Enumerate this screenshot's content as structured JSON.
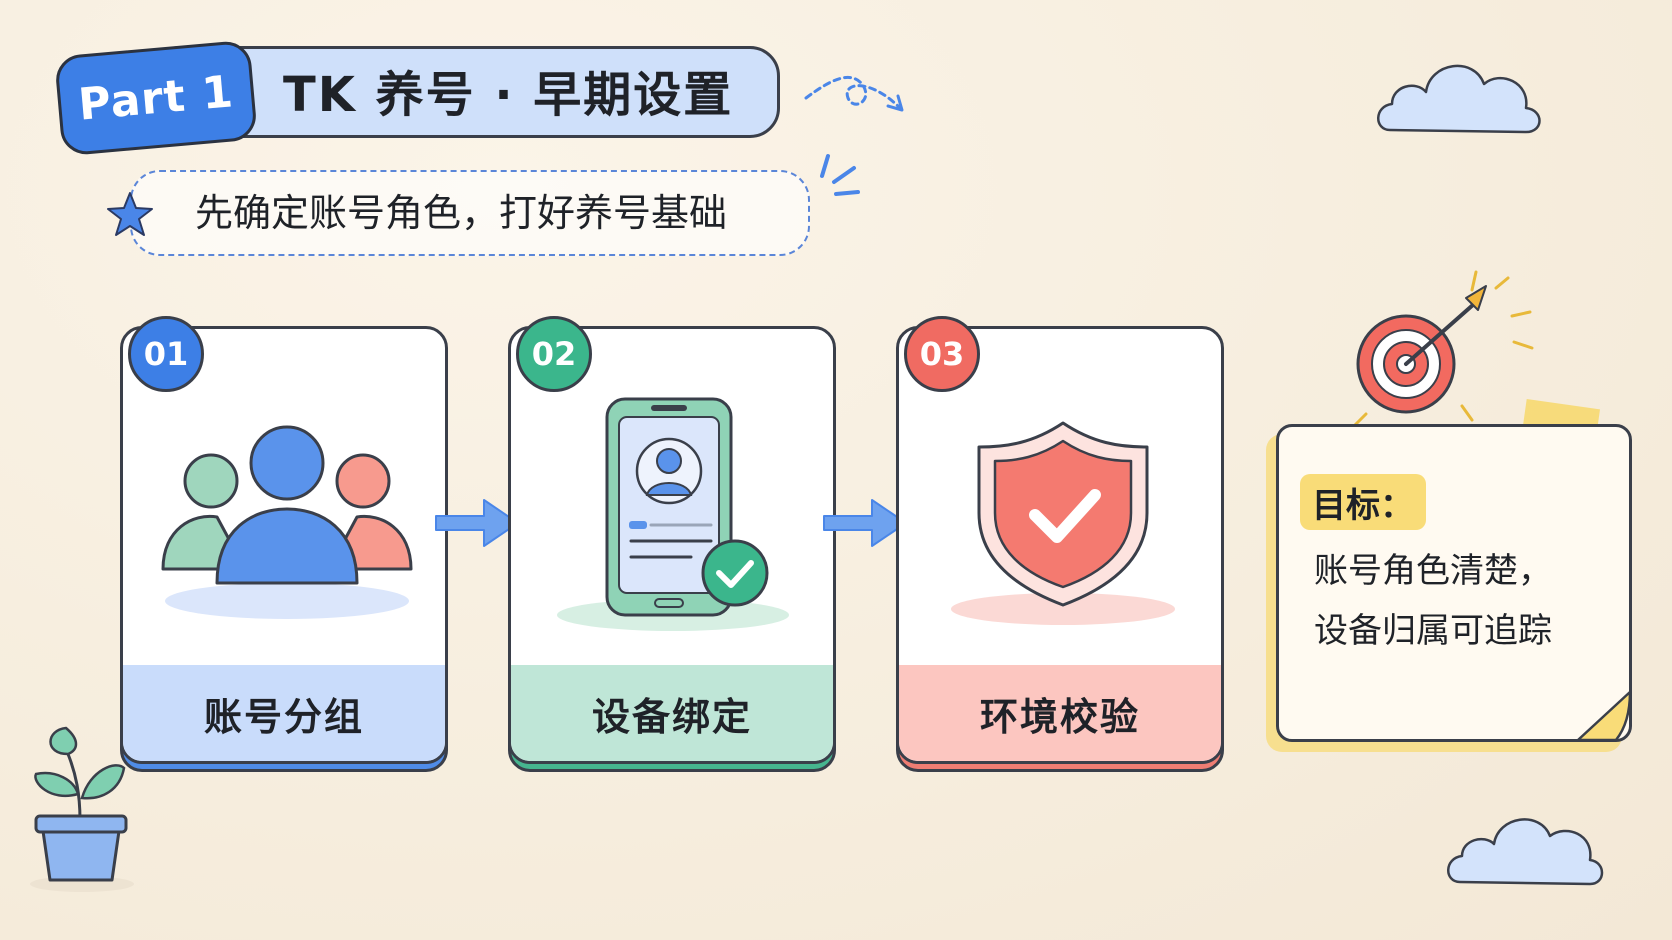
{
  "header": {
    "part_label": "Part 1",
    "title": "TK 养号 · 早期设置",
    "subtitle": "先确定账号角色，打好养号基础"
  },
  "steps": [
    {
      "number": "01",
      "label": "账号分组",
      "icon": "people-group-icon",
      "color": "#3d7fe6",
      "footer_color": "#c9dcfb"
    },
    {
      "number": "02",
      "label": "设备绑定",
      "icon": "phone-check-icon",
      "color": "#3bb68c",
      "footer_color": "#bfe6d7"
    },
    {
      "number": "03",
      "label": "环境校验",
      "icon": "shield-check-icon",
      "color": "#f06b62",
      "footer_color": "#fcc6c0"
    }
  ],
  "goal": {
    "label": "目标：",
    "lines": [
      "账号角色清楚，",
      "设备归属可追踪"
    ],
    "icon": "target-icon"
  },
  "colors": {
    "blue": "#3d7fe6",
    "green": "#3bb68c",
    "red": "#f06b62",
    "yellow": "#f9dc78",
    "background": "#f7efe0"
  }
}
